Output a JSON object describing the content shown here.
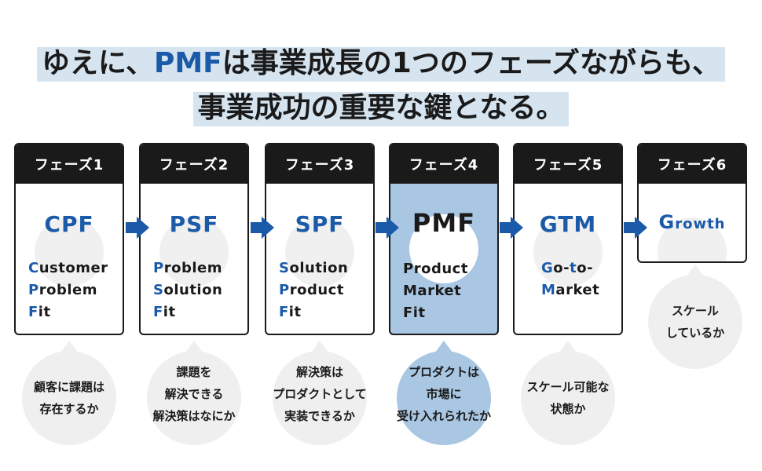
{
  "headline": {
    "line1_a": "ゆえに、",
    "line1_accent": "PMF",
    "line1_b": "は事業成長の1つのフェーズながらも、",
    "line2": "事業成功の重要な鍵となる。"
  },
  "phases": [
    {
      "label": "フェーズ1",
      "abbr": "CPF",
      "full": [
        [
          "C",
          "ustomer"
        ],
        [
          "P",
          "roblem"
        ],
        [
          "F",
          "it"
        ]
      ],
      "question": [
        "顧客に課題は",
        "存在するか"
      ]
    },
    {
      "label": "フェーズ2",
      "abbr": "PSF",
      "full": [
        [
          "P",
          "roblem"
        ],
        [
          "S",
          "olution"
        ],
        [
          "F",
          "it"
        ]
      ],
      "question": [
        "課題を",
        "解決できる",
        "解決策はなにか"
      ]
    },
    {
      "label": "フェーズ3",
      "abbr": "SPF",
      "full": [
        [
          "S",
          "olution"
        ],
        [
          "P",
          "roduct"
        ],
        [
          "F",
          "it"
        ]
      ],
      "question": [
        "解決策は",
        "プロダクトとして",
        "実装できるか"
      ]
    },
    {
      "label": "フェーズ4",
      "abbr": "PMF",
      "full": [
        [
          "P",
          "roduct"
        ],
        [
          "M",
          "arket"
        ],
        [
          "F",
          "it"
        ]
      ],
      "question": [
        "プロダクトは",
        "市場に",
        "受け入れられたか"
      ]
    },
    {
      "label": "フェーズ5",
      "abbr": "GTM",
      "full_gtm": [
        "Go-to-",
        "Market"
      ],
      "full_gtm_caps": [
        "G",
        "o-",
        "t",
        "o-"
      ],
      "full_gtm_caps2": [
        "M",
        "arket"
      ],
      "question": [
        "スケール可能な",
        "状態か"
      ]
    },
    {
      "label": "フェーズ6",
      "abbr_cap": "G",
      "abbr_rest": "rowth",
      "question": [
        "スケール",
        "しているか"
      ]
    }
  ],
  "colors": {
    "accent": "#1a5aa8",
    "highlight": "#d6e4f0",
    "active": "#a9c6e3",
    "bubble": "#efefef",
    "header": "#1a1a1a"
  }
}
